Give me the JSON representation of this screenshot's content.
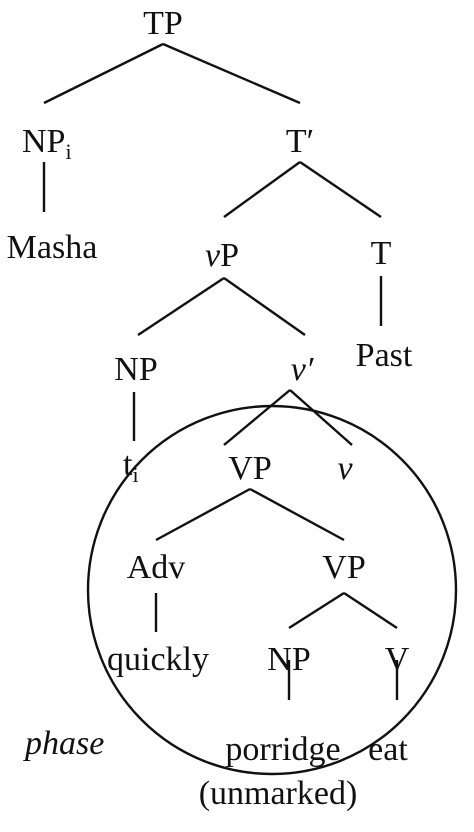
{
  "tree": {
    "tp": "TP",
    "np_subject": "NP",
    "np_subject_index": "i",
    "t_bar": "T′",
    "masha": "Masha",
    "v_little_p_v": "v",
    "v_little_p_p": "P",
    "t_head": "T",
    "np_trace_parent": "NP",
    "v_bar": "v′",
    "past": "Past",
    "trace_t": "t",
    "trace_index": "i",
    "vp_upper": "VP",
    "v_head": "v",
    "adv": "Adv",
    "vp_lower": "VP",
    "quickly": "quickly",
    "np_object": "NP",
    "v_verb": "V",
    "porridge": "porridge",
    "eat": "eat",
    "unmarked": "(unmarked)",
    "phase_label": "phase"
  }
}
